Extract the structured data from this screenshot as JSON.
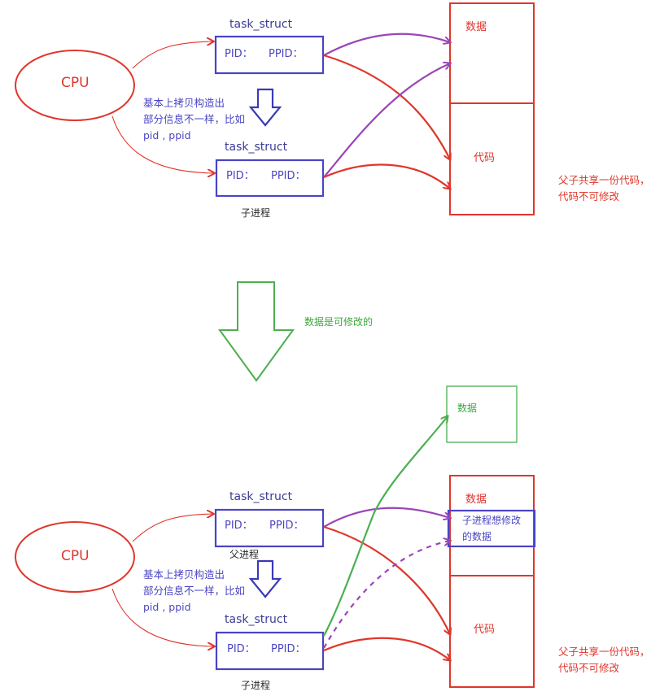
{
  "top": {
    "cpu_label": "CPU",
    "parent_struct_title": "task_struct",
    "parent_pid_label": "PID：",
    "parent_ppid_label": "PPID：",
    "note_copy": "基本上拷贝构造出\n部分信息不一样，比如\npid , ppid",
    "child_struct_title": "task_struct",
    "child_pid_label": "PID：",
    "child_ppid_label": "PPID：",
    "child_caption": "子进程",
    "memory_data_label": "数据",
    "memory_code_label": "代码",
    "share_note": "父子共享一份代码，\n代码不可修改"
  },
  "transition": {
    "note": "数据是可修改的"
  },
  "bottom": {
    "cpu_label": "CPU",
    "parent_struct_title": "task_struct",
    "parent_pid_label": "PID：",
    "parent_ppid_label": "PPID：",
    "parent_caption": "父进程",
    "note_copy": "基本上拷贝构造出\n部分信息不一样，比如\npid , ppid",
    "child_struct_title": "task_struct",
    "child_pid_label": "PID：",
    "child_ppid_label": "PPID：",
    "child_caption": "子进程",
    "new_data_label": "数据",
    "memory_data_label": "数据",
    "modify_box_text": "子进程想修改\n的数据",
    "memory_code_label": "代码",
    "share_note": "父子共享一份代码，\n代码不可修改"
  },
  "colors": {
    "red": "#e0362c",
    "blue": "#4a44c4",
    "purple": "#9b45b8",
    "green": "#4caf50"
  }
}
